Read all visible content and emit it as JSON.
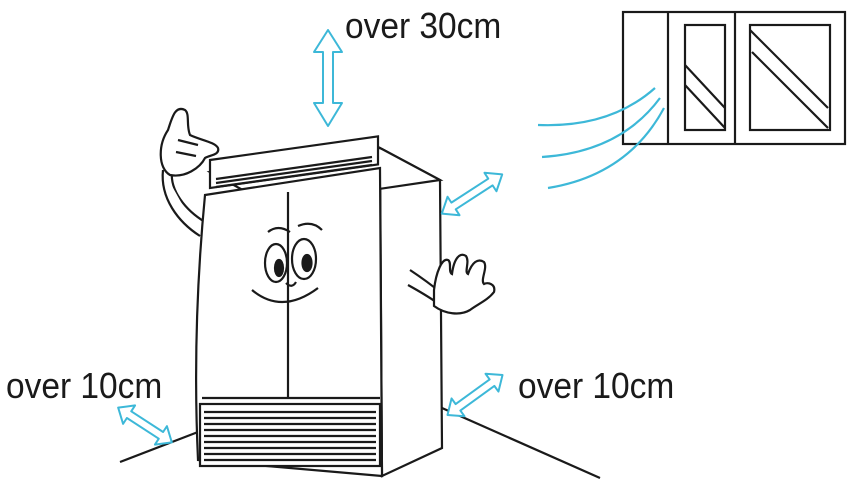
{
  "labels": {
    "top": "over 30cm",
    "left": "over 10cm",
    "right": "over 10cm"
  },
  "colors": {
    "line": "#1a1a1a",
    "arrow": "#3db8d8",
    "background": "#ffffff"
  },
  "icons": {
    "unit": "dehumidifier-unit-icon",
    "window": "window-icon",
    "airflow": "airflow-lines-icon",
    "arrow": "double-arrow-icon"
  }
}
